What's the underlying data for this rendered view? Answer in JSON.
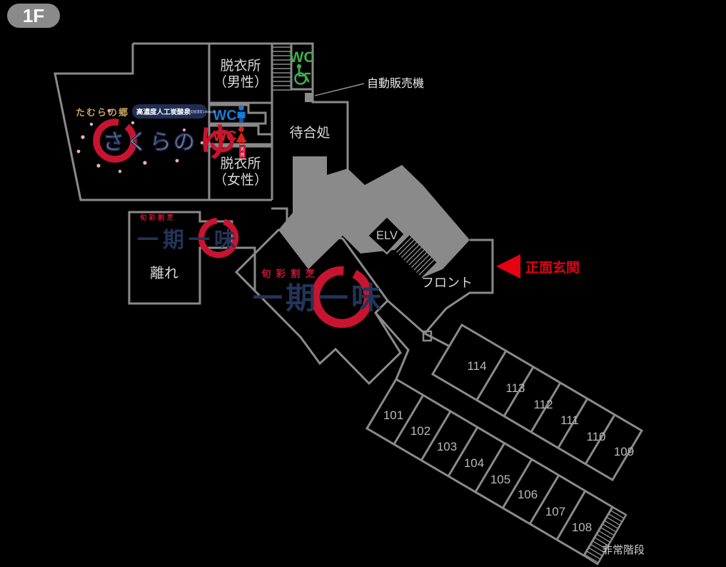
{
  "floor_badge": "1F",
  "bathhouse": {
    "brand_small": "たむらの郷",
    "ribbon": "高濃度人工炭酸泉",
    "ribbon_sub": "炭酸濃度1300ppm",
    "logo_main": "さくらの",
    "logo_yu": "ゆ",
    "seal_top": "天",
    "seal_bottom": "然",
    "dressing_male_line1": "脱衣所",
    "dressing_male_line2": "（男性）",
    "dressing_female_line1": "脱衣所",
    "dressing_female_line2": "（女性）",
    "wc_accessible_label": "WC",
    "wc_male_label": "WC",
    "wc_female_label": "WC",
    "waiting_label": "待合処"
  },
  "restaurant": {
    "tagline": "旬彩割烹",
    "name": "一期一味"
  },
  "annex": {
    "label": "離れ"
  },
  "labels": {
    "vending": "自動販売機",
    "elevator": "ELV",
    "front_desk": "フロント",
    "main_entrance": "正面玄関",
    "emergency_stairs": "非常階段"
  },
  "guest_rooms": [
    "101",
    "102",
    "103",
    "104",
    "105",
    "106",
    "107",
    "108",
    "109",
    "110",
    "111",
    "112",
    "113",
    "114"
  ],
  "colors": {
    "wall_gray": "#8a8a8a",
    "entrance_red": "#e60012",
    "logo_red": "#c81430",
    "logo_navy": "#233459",
    "wc_blue": "#1d7ad1",
    "wc_red": "#dd2017",
    "wc_green": "#3fae49"
  }
}
